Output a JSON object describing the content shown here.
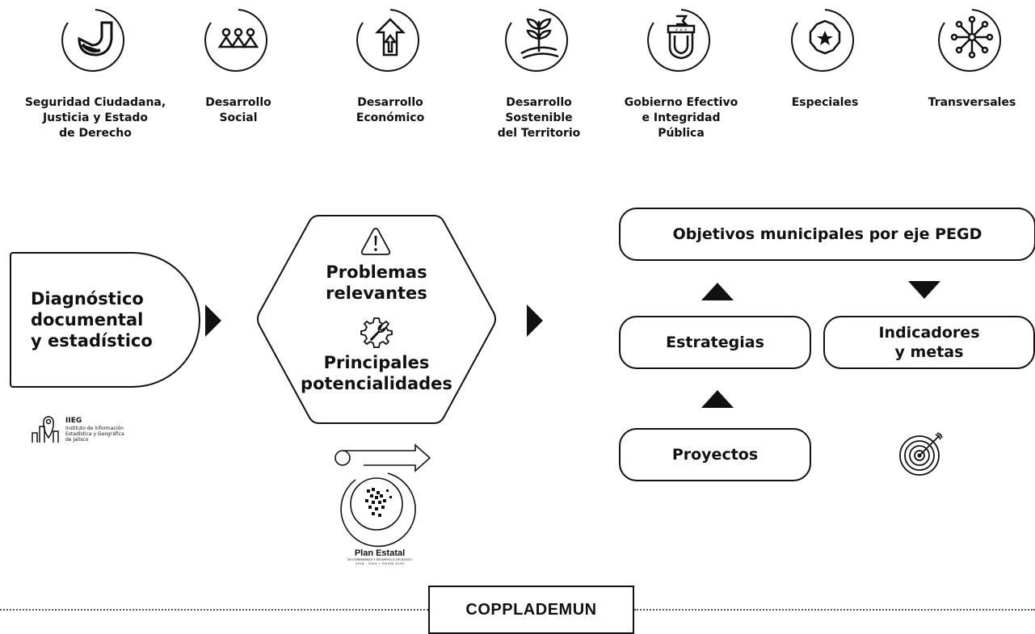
{
  "ejes": [
    {
      "label": "Seguridad Ciudadana,\nJusticia y Estado\nde Derecho",
      "icon": "hand-shield-icon"
    },
    {
      "label": "Desarrollo\nSocial",
      "icon": "people-group-icon"
    },
    {
      "label": "Desarrollo\nEconómico",
      "icon": "growth-arrow-icon"
    },
    {
      "label": "Desarrollo\nSostenible\ndel Territorio",
      "icon": "plant-sprout-icon"
    },
    {
      "label": "Gobierno Efectivo\ne Integridad\nPública",
      "icon": "coat-of-arms-icon"
    },
    {
      "label": "Especiales",
      "icon": "star-badge-icon"
    },
    {
      "label": "Transversales",
      "icon": "network-node-icon"
    }
  ],
  "diagnostico": {
    "label": "Diagnóstico\ndocumental\ny estadístico"
  },
  "iieg": {
    "acronym": "IIEG",
    "name": "Instituto de Información\nEstadística y Geográfica\nde Jalisco"
  },
  "hexagon": {
    "problemas": "Problemas\nrelevantes",
    "potencialidades": "Principales\npotencialidades"
  },
  "plan_estatal": {
    "title": "Plan Estatal",
    "subtitle": "DE GOBERNANZA Y DESARROLLO DE JALISCO",
    "years": "2018 - 2024 • VISIÓN 2030"
  },
  "objetivos": "Objetivos municipales por eje PEGD",
  "estrategias": "Estrategias",
  "indicadores": "Indicadores\ny metas",
  "proyectos": "Proyectos",
  "footer": "COPPLADEMUN"
}
